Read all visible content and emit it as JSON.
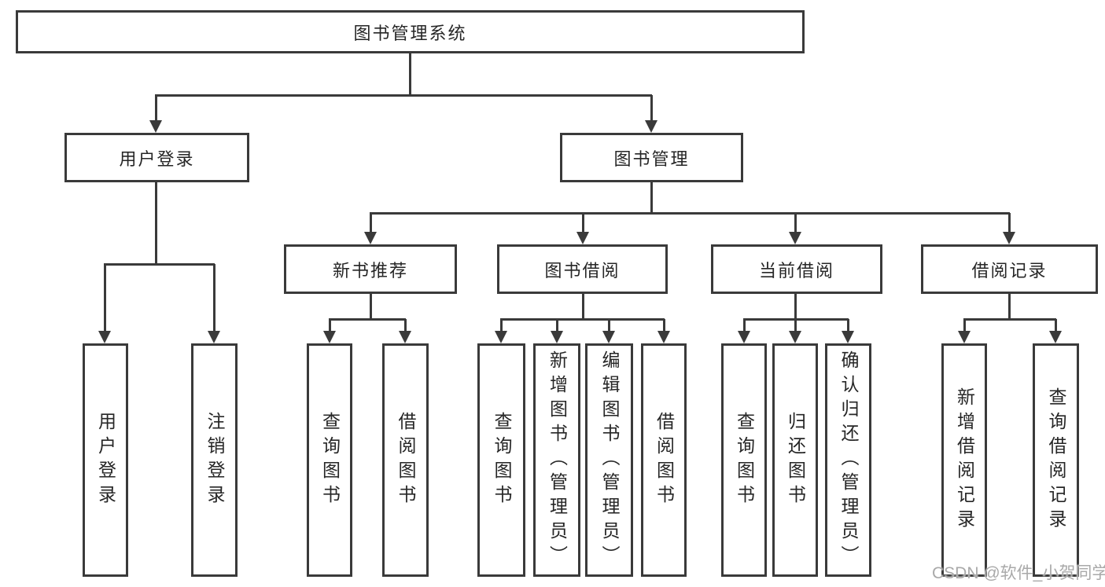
{
  "nodes": {
    "root": "图书管理系统",
    "user_login": "用户登录",
    "book_management": "图书管理",
    "new_book_recommend": "新书推荐",
    "book_borrow": "图书借阅",
    "current_borrow": "当前借阅",
    "borrow_records": "借阅记录",
    "leaf_user_login": "用户登录",
    "leaf_logout": "注销登录",
    "leaf_query_book_recommend": "查询图书",
    "leaf_borrow_book_recommend": "借阅图书",
    "leaf_query_book_borrow": "查询图书",
    "leaf_add_book_admin": "新增图书（管理员）",
    "leaf_edit_book_admin": "编辑图书（管理员）",
    "leaf_borrow_book_borrow": "借阅图书",
    "leaf_query_book_current": "查询图书",
    "leaf_return_book": "归还图书",
    "leaf_confirm_return_admin": "确认归还（管理员）",
    "leaf_add_borrow_record": "新增借阅记录",
    "leaf_query_borrow_record": "查询借阅记录"
  },
  "hierarchy": {
    "图书管理系统": [
      "用户登录",
      "图书管理"
    ],
    "用户登录": [
      "用户登录",
      "注销登录"
    ],
    "图书管理": [
      "新书推荐",
      "图书借阅",
      "当前借阅",
      "借阅记录"
    ],
    "新书推荐": [
      "查询图书",
      "借阅图书"
    ],
    "图书借阅": [
      "查询图书",
      "新增图书（管理员）",
      "编辑图书（管理员）",
      "借阅图书"
    ],
    "当前借阅": [
      "查询图书",
      "归还图书",
      "确认归还（管理员）"
    ],
    "借阅记录": [
      "新增借阅记录",
      "查询借阅记录"
    ]
  },
  "watermark": "CSDN @软件_小贺同学",
  "colors": {
    "line": "#3a3a3a",
    "box_background": "#ffffff",
    "text": "#262626",
    "watermark": "#a9a9a9"
  }
}
